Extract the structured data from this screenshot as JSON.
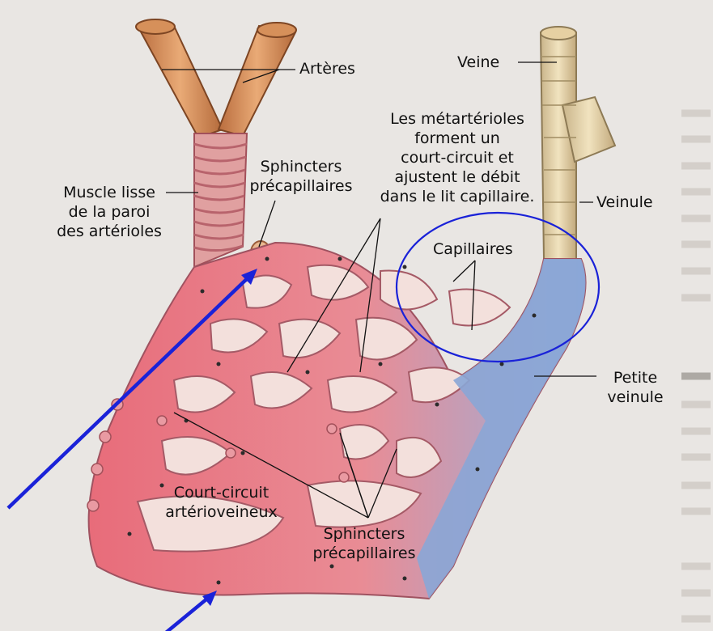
{
  "labels": {
    "arteres": "Artères",
    "veine": "Veine",
    "metarterioles": [
      "Les métartérioles",
      "forment un",
      "court-circuit et",
      "ajustent le débit",
      "dans le lit capillaire."
    ],
    "sphincters_top": [
      "Sphincters",
      "précapillaires"
    ],
    "muscle_lisse": [
      "Muscle lisse",
      "de la paroi",
      "des artérioles"
    ],
    "veinule": "Veinule",
    "capillaires": "Capillaires",
    "petite_veinule": [
      "Petite",
      "veinule"
    ],
    "court_circuit": [
      "Court-circuit",
      "artérioveineux"
    ],
    "sphincters_bottom": [
      "Sphincters",
      "précapillaires"
    ]
  },
  "colors": {
    "artery": "#e2707a",
    "vein": "#7f9fd0",
    "annotation_arrow": "#1a22d8",
    "annotation_circle": "#1a22d8",
    "background": "#e9e6e3"
  }
}
